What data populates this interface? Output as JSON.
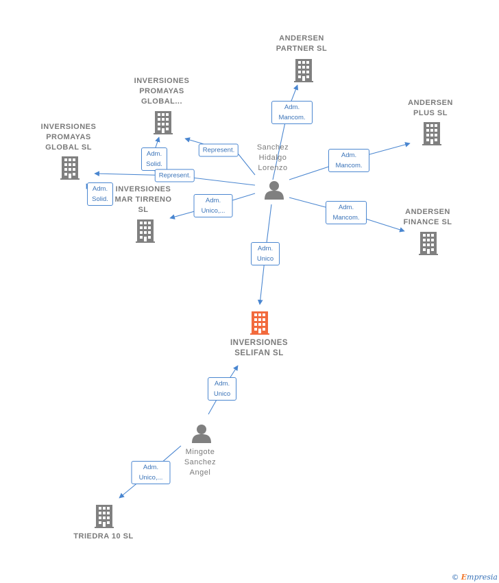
{
  "nodes": {
    "andersen_partner": {
      "name": "ANDERSEN PARTNER  SL"
    },
    "inv_promayas_global_dots": {
      "name": "INVERSIONES PROMAYAS GLOBAL..."
    },
    "andersen_plus": {
      "name": "ANDERSEN PLUS  SL"
    },
    "inv_promayas_global_sl": {
      "name": "INVERSIONES PROMAYAS GLOBAL  SL"
    },
    "sanchez_hidalgo": {
      "name": "Sanchez Hidalgo Lorenzo"
    },
    "inv_mar_tirreno": {
      "name": "INVERSIONES MAR TIRRENO  SL"
    },
    "andersen_finance": {
      "name": "ANDERSEN FINANCE  SL"
    },
    "inv_selifan": {
      "name": "INVERSIONES SELIFAN  SL"
    },
    "mingote": {
      "name": "Mingote Sanchez Angel"
    },
    "triedra": {
      "name": "TRIEDRA 10 SL"
    }
  },
  "edges": [
    {
      "label": "Adm. Mancom."
    },
    {
      "label": "Represent."
    },
    {
      "label": "Adm. Solid."
    },
    {
      "label": "Represent."
    },
    {
      "label": "Adm. Solid."
    },
    {
      "label": "Adm. Unico,..."
    },
    {
      "label": "Adm. Mancom."
    },
    {
      "label": "Adm. Mancom."
    },
    {
      "label": "Adm. Unico"
    },
    {
      "label": "Adm. Unico"
    },
    {
      "label": "Adm. Unico,..."
    }
  ],
  "colors": {
    "edge": "#4a86d0",
    "company_icon": "#808080",
    "main_company_icon": "#f26a3d",
    "person_icon": "#808080"
  },
  "brand": {
    "copyright": "©",
    "initial": "E",
    "rest": "mpresia"
  }
}
